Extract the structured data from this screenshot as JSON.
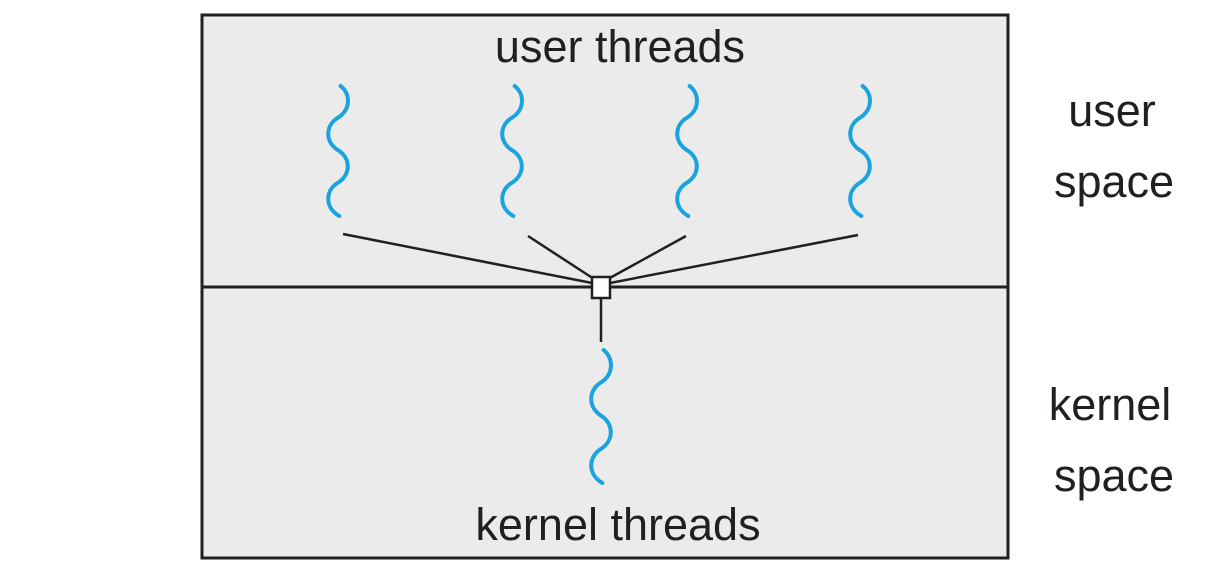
{
  "diagram": {
    "user_threads_label": "user threads",
    "kernel_threads_label": "kernel threads",
    "user_space_label": [
      "user",
      "space"
    ],
    "kernel_space_label": [
      "kernel",
      "space"
    ],
    "user_thread_count": 4,
    "kernel_thread_count": 1
  },
  "colors": {
    "background": "#ebebeb",
    "thread": "#1aa3dd",
    "line": "#231f20",
    "text": "#231f20"
  }
}
